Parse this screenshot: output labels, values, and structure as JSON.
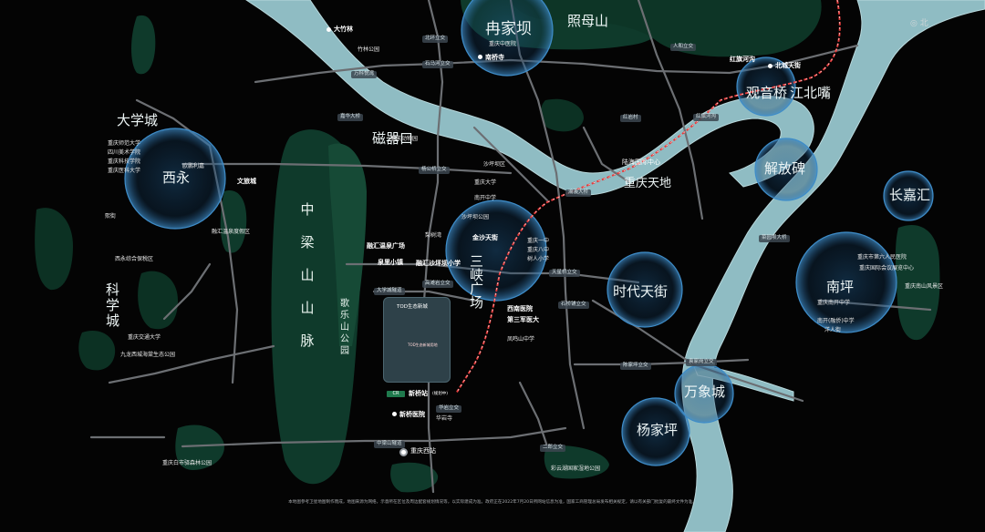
{
  "colors": {
    "background": "#040404",
    "river": "#8fbcc3",
    "greenland": "#0f3a2b",
    "district_glow": "#1f5a8a",
    "railway": "#e43a3a",
    "subway": "#2fb36a",
    "tod_plot": "#d21d2a"
  },
  "compass": {
    "label": "北"
  },
  "districts": [
    "冉家坝",
    "照母山",
    "观音桥",
    "江北嘴",
    "大学城",
    "西永",
    "磁器口",
    "重庆天地",
    "解放碑",
    "长嘉汇",
    "三峡广场",
    "时代天街",
    "南坪",
    "万象城",
    "杨家坪",
    "科学城"
  ],
  "vertical_labels": {
    "mountain": [
      "中",
      "梁",
      "山",
      "山",
      "脉"
    ],
    "park": [
      "歌",
      "乐",
      "山",
      "公",
      "园"
    ]
  },
  "tod": {
    "title": "TOD生态新城",
    "plot_label": "TOD生态新城用地"
  },
  "stations": {
    "xinqiao": "新桥站",
    "xinqiao_sub": "(规划中)",
    "chongqing_west": "重庆西站",
    "luhai": "陆海国际中心"
  },
  "roads": [
    "北环立交",
    "石马河立交",
    "万科悦湾",
    "杨公桥立交",
    "红旗河沟",
    "红岩村",
    "天星桥立交",
    "石桥铺立交",
    "陈家坪立交",
    "袁家岗立交",
    "华岩立交",
    "二郎立交",
    "高滩岩立交",
    "中梁山隧道",
    "人和立交",
    "大学城隧道",
    "嘉华大桥",
    "渝澳大桥",
    "菜园坝大桥"
  ],
  "pois": [
    "大竹林",
    "竹林公园",
    "重庆中医院",
    "南桥寺",
    "北城天街",
    "红旗河沟",
    "重庆动物园",
    "沙坪坝区",
    "重庆大学",
    "重庆师范大学",
    "四川美术学院",
    "重庆科技学院",
    "重庆医科大学",
    "文旅城",
    "熙街",
    "欧鹏利嘉",
    "融汇温泉广场",
    "梨树湾",
    "南开中学",
    "西南医院",
    "第三军医大",
    "凤鸣山中学",
    "重庆一中",
    "重庆八中",
    "树人小学",
    "沙坪坝公园",
    "华岩寺",
    "新桥医院",
    "重庆南开中学",
    "南开(融侨)中学",
    "洋人街",
    "重庆市第六人民医院",
    "重庆南山风景区",
    "彩云湖国家湿地公园",
    "重庆白市驿森林公园",
    "重庆交通大学",
    "九龙西城海棠生态公园",
    "融汇沙坪坝小学",
    "泉里小镇",
    "金沙天街",
    "重庆国际会议展览中心",
    "融汇温泉度假区",
    "西永综合保税区"
  ],
  "disclaimer": "本地图参考卫星地图制作而成，地图来源为网络，示意所在区位及周边配套规划情况等，以实际建成为准。政府正在2022年7月20日所网站信息为准，国家工商管理总局发布相关规定，请以有关部门批复的最终文件为准。"
}
